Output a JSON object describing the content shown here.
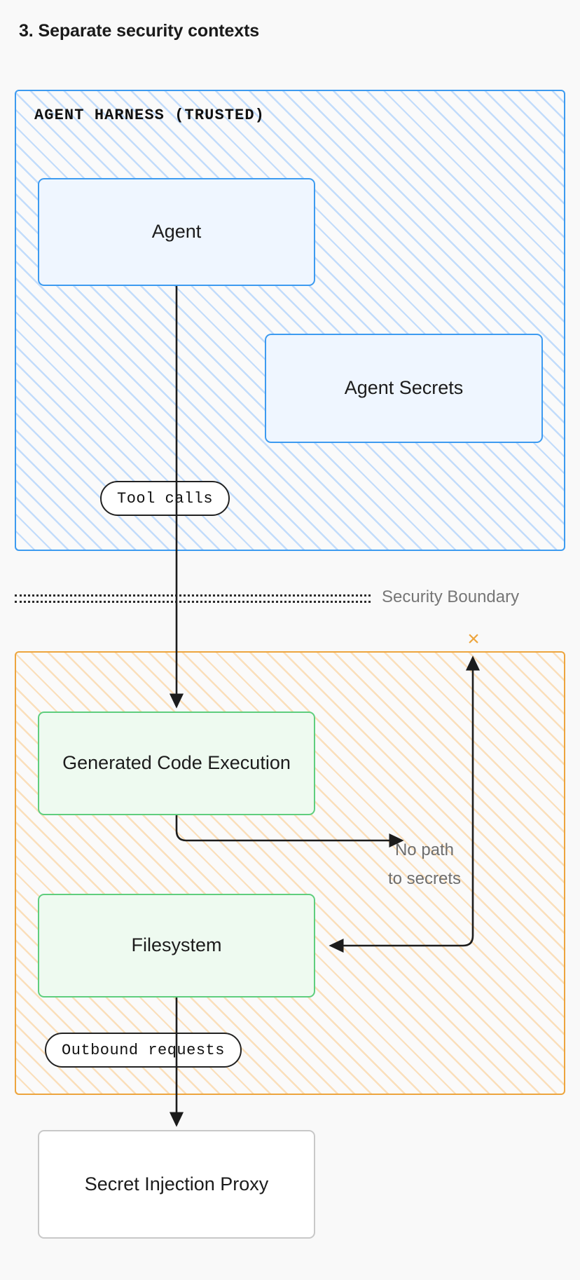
{
  "title": "3. Separate security contexts",
  "colors": {
    "background": "#f9f9f9",
    "trusted_border": "#3d9bf0",
    "trusted_hatch": "#c2dcfb",
    "trusted_node_fill": "#eff6ff",
    "untrusted_border": "#eda53e",
    "untrusted_hatch": "#fadfbb",
    "green_border": "#5fce7e",
    "green_node_fill": "#eefaf0",
    "plain_border": "#c8c8c8",
    "arrow": "#1c1c1c",
    "muted_text": "#6e6e6e",
    "x_mark": "#eda53e"
  },
  "zones": {
    "trusted": {
      "label": "AGENT HARNESS (TRUSTED)",
      "nodes": {
        "agent": "Agent",
        "agent_secrets": "Agent Secrets"
      }
    },
    "untrusted": {
      "label": "",
      "nodes": {
        "code_execution": "Generated Code Execution",
        "filesystem": "Filesystem"
      }
    }
  },
  "boundary": {
    "label": "Security Boundary",
    "x_mark": "×"
  },
  "edges": {
    "tool_calls": "Tool calls",
    "outbound_requests": "Outbound requests",
    "no_path_line1": "No path",
    "no_path_line2": "to secrets"
  },
  "external": {
    "proxy": "Secret Injection Proxy"
  }
}
